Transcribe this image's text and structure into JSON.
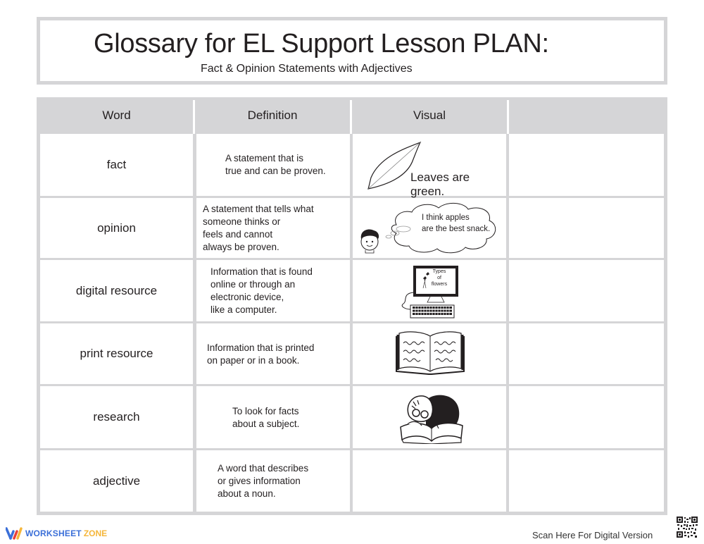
{
  "header": {
    "title": "Glossary for EL Support Lesson PLAN:",
    "subtitle": "Fact & Opinion Statements with Adjectives"
  },
  "table": {
    "columns": [
      "Word",
      "Definition",
      "Visual",
      ""
    ],
    "rows": [
      {
        "word": "fact",
        "definition": "A statement that is\ntrue and can be proven.",
        "visual": {
          "icon": "leaf-icon",
          "caption": "Leaves are green."
        }
      },
      {
        "word": "opinion",
        "definition": "A statement that tells what\nsomeone thinks or\nfeels and cannot\nalways be proven.",
        "visual": {
          "icon": "thinking-boy-icon",
          "caption": "I think apples\nare the best snack."
        }
      },
      {
        "word": "digital resource",
        "definition": "Information that is found\nonline or through an\nelectronic device,\nlike a computer.",
        "visual": {
          "icon": "computer-icon",
          "caption": "Types\nof\nflowers"
        }
      },
      {
        "word": "print resource",
        "definition": "Information that is printed\non paper or in a book.",
        "visual": {
          "icon": "open-book-icon",
          "caption": ""
        }
      },
      {
        "word": "research",
        "definition": "To look for facts\nabout a subject.",
        "visual": {
          "icon": "reading-person-icon",
          "caption": ""
        }
      },
      {
        "word": "adjective",
        "definition": "A word that describes\nor gives information\nabout a noun.",
        "visual": {
          "icon": "",
          "caption": ""
        }
      }
    ]
  },
  "footer": {
    "brand_part1": "WORKSHEET",
    "brand_part2": "ZONE",
    "scan_text": "Scan Here For Digital Version",
    "brand_colors": {
      "blue": "#3b6fd8",
      "red": "#e8403a",
      "yellow": "#f5b63a"
    }
  }
}
